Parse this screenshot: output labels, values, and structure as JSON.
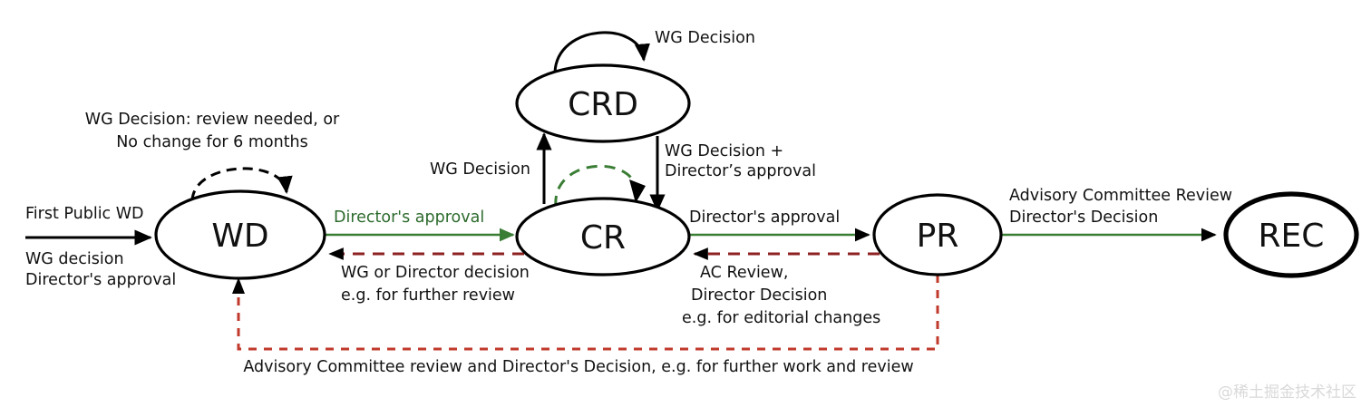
{
  "diagram": {
    "title": "W3C Recommendation Track state diagram",
    "nodes": [
      {
        "id": "wd",
        "label": "WD"
      },
      {
        "id": "crd",
        "label": "CRD"
      },
      {
        "id": "cr",
        "label": "CR"
      },
      {
        "id": "pr",
        "label": "PR"
      },
      {
        "id": "rec",
        "label": "REC"
      }
    ],
    "labels": {
      "entry_title": "First Public WD",
      "entry_sub_line1": "WG decision",
      "entry_sub_line2": "Director's approval",
      "wd_selfloop_line1": "WG Decision: review needed, or",
      "wd_selfloop_line2": "No change for 6 months",
      "wd_to_cr": "Director's approval",
      "cr_to_wd_line1": "WG or Director decision",
      "cr_to_wd_line2": "e.g. for further review",
      "cr_to_crd": "WG Decision",
      "crd_selfloop": "WG Decision",
      "crd_to_cr_line1": "WG Decision +",
      "crd_to_cr_line2": "Director’s approval",
      "cr_to_pr": "Director's approval",
      "pr_to_cr_line1": "AC Review,",
      "pr_to_cr_line2": "Director Decision",
      "pr_to_cr_line3": "e.g. for editorial changes",
      "pr_to_rec_line1": "Advisory Committee Review",
      "pr_to_rec_line2": "Director's Decision",
      "bottom_return": "Advisory Committee review and Director's Decision, e.g. for further work and review"
    },
    "colors": {
      "approval_green": "#3a7d34",
      "reject_dark_red": "#8e2222",
      "return_red": "#c0392b",
      "node_stroke": "#000000",
      "text": "#111111",
      "watermark": "#d9d9d9"
    },
    "watermark": "@稀土掘金技术社区"
  }
}
